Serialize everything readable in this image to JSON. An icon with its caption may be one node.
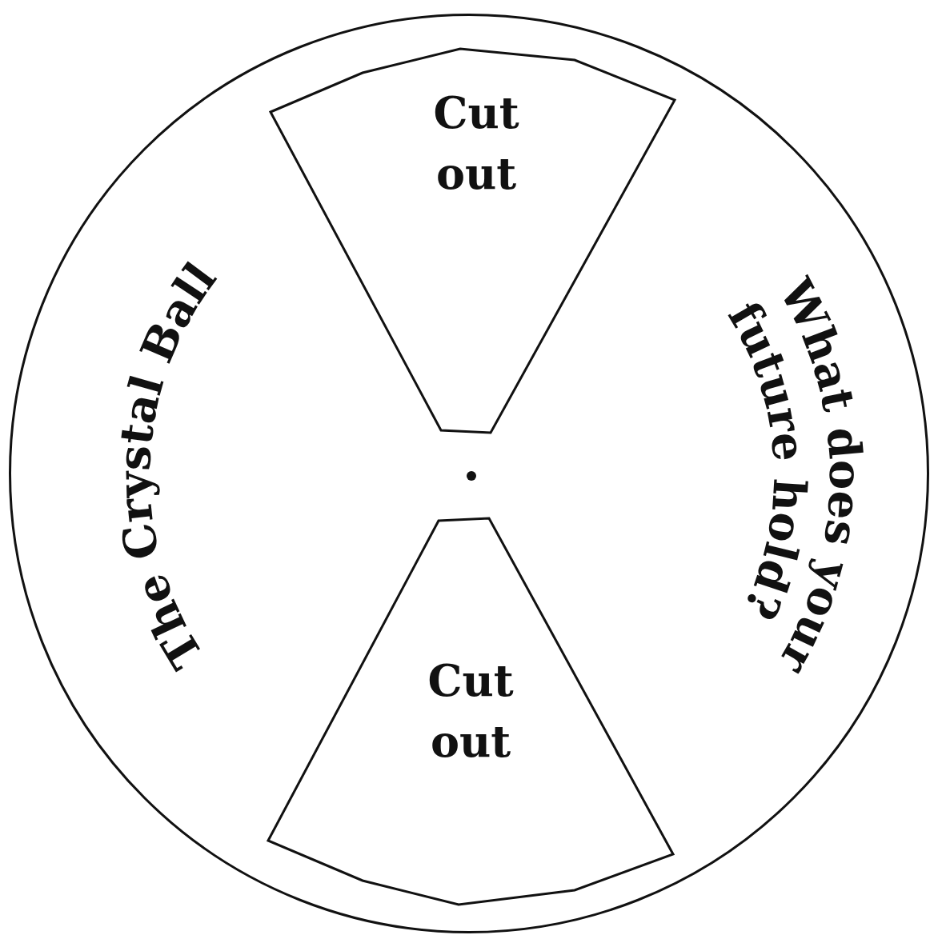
{
  "diagram": {
    "nodes": [
      {
        "text": [
          "The Crystal Ball",
          "What does your future hold?"
        ]
      },
      {
        "text": [
          "Cut out"
        ],
        "in": 0
      },
      {
        "text": [
          "Cut out"
        ],
        "in": 0
      }
    ]
  }
}
